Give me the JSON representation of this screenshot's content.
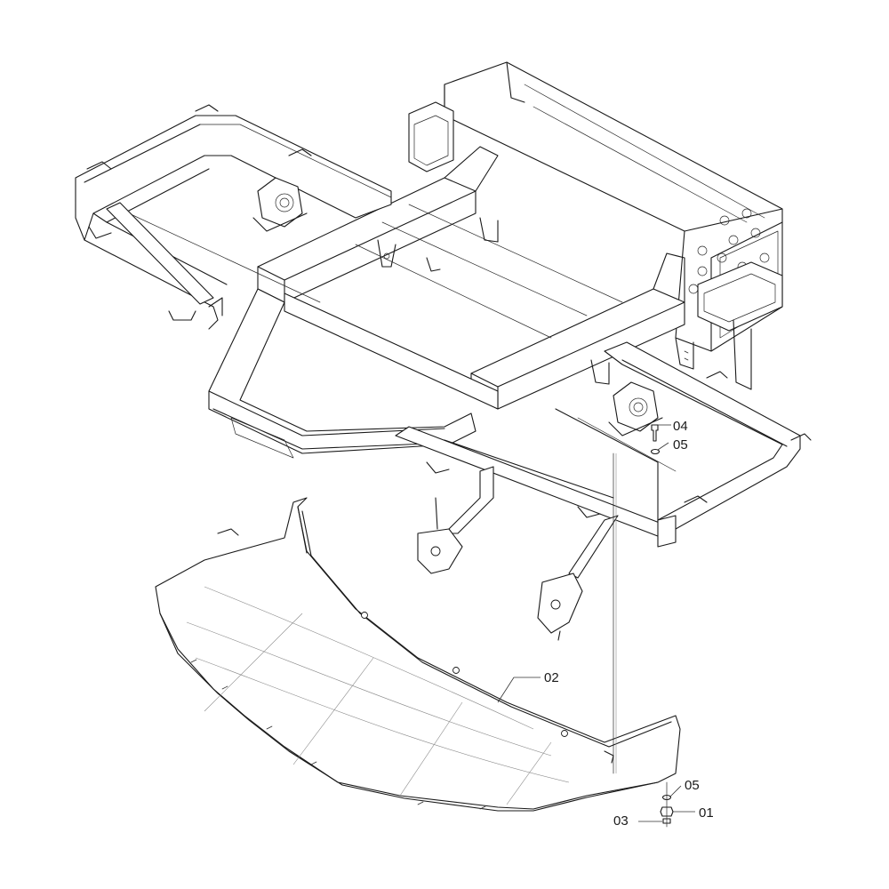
{
  "diagram": {
    "callouts": [
      {
        "id": "c01",
        "label": "01"
      },
      {
        "id": "c02",
        "label": "02"
      },
      {
        "id": "c03",
        "label": "03"
      },
      {
        "id": "c04",
        "label": "04"
      },
      {
        "id": "c05a",
        "label": "05"
      },
      {
        "id": "c05b",
        "label": "05"
      }
    ]
  }
}
